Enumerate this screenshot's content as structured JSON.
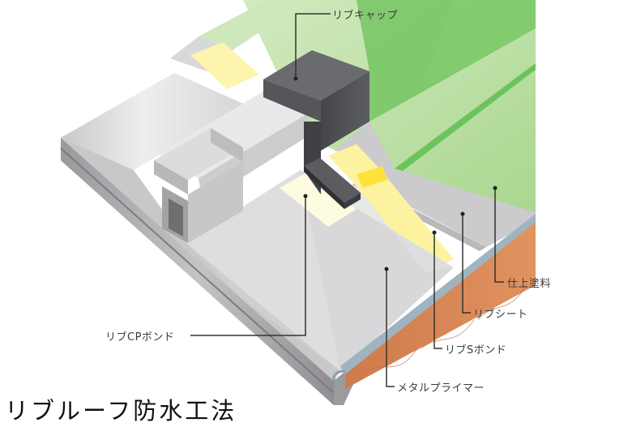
{
  "title": "リブルーフ防水工法",
  "colors": {
    "background": "#ffffff",
    "finish_green_light": "#c6e3b0",
    "finish_green_mid": "#a8d78e",
    "finish_green_stripe": "#6cc35c",
    "rib_cap_dark": "#4f5052",
    "rib_cap_top": "#6a6b6e",
    "bond_yellow": "#fdf3a5",
    "bond_yellow_bright": "#fde23a",
    "sheet_gray": "#c9c9cb",
    "metal_light": "#e4e4e6",
    "metal_mid": "#b5b5b8",
    "metal_dark": "#8d8d90",
    "wood_orange": "#d98758",
    "primer_blue": "#9fb4c0",
    "leader_line": "#333333",
    "label_text": "#3a3a3a"
  },
  "callouts": [
    {
      "id": "rib-cap",
      "label": "リブキャップ"
    },
    {
      "id": "finish-coating",
      "label": "仕上塗料"
    },
    {
      "id": "rib-sheet",
      "label": "リブシート"
    },
    {
      "id": "rib-cp-bond",
      "label": "リブCPボンド"
    },
    {
      "id": "rib-s-bond",
      "label": "リブSボンド"
    },
    {
      "id": "metal-primer",
      "label": "メタルプライマー"
    }
  ]
}
